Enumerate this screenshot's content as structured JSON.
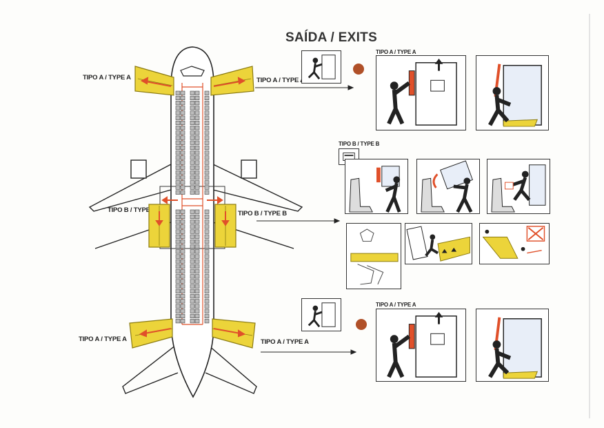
{
  "title": "SAÍDA / EXITS",
  "labels": {
    "type_a_fwd_left": "TIPO A / TYPE A",
    "type_a_fwd_right": "TIPO A / TYPE A",
    "type_b_left": "TIPO B / TYPE B",
    "type_b_right": "TIPO B / TYPE B",
    "type_a_aft_left": "TIPO A / TYPE A",
    "type_a_aft_right": "TIPO A / TYPE A",
    "panel_top_heading": "TIPO A / TYPE A",
    "panel_mid_heading": "TIPO B / TYPE B",
    "panel_bottom_heading": "TIPO A / TYPE A"
  },
  "colors": {
    "slide_yellow": "#ecd43a",
    "slide_outline": "#8a7a10",
    "exit_arrow_red": "#e0502a",
    "line_dark": "#222222",
    "seat_gray": "#9a9a9a"
  },
  "icons": [
    "airplane-seatmap",
    "slide-arrow-icon",
    "person-opening-door-icon",
    "person-exiting-slide-icon"
  ]
}
